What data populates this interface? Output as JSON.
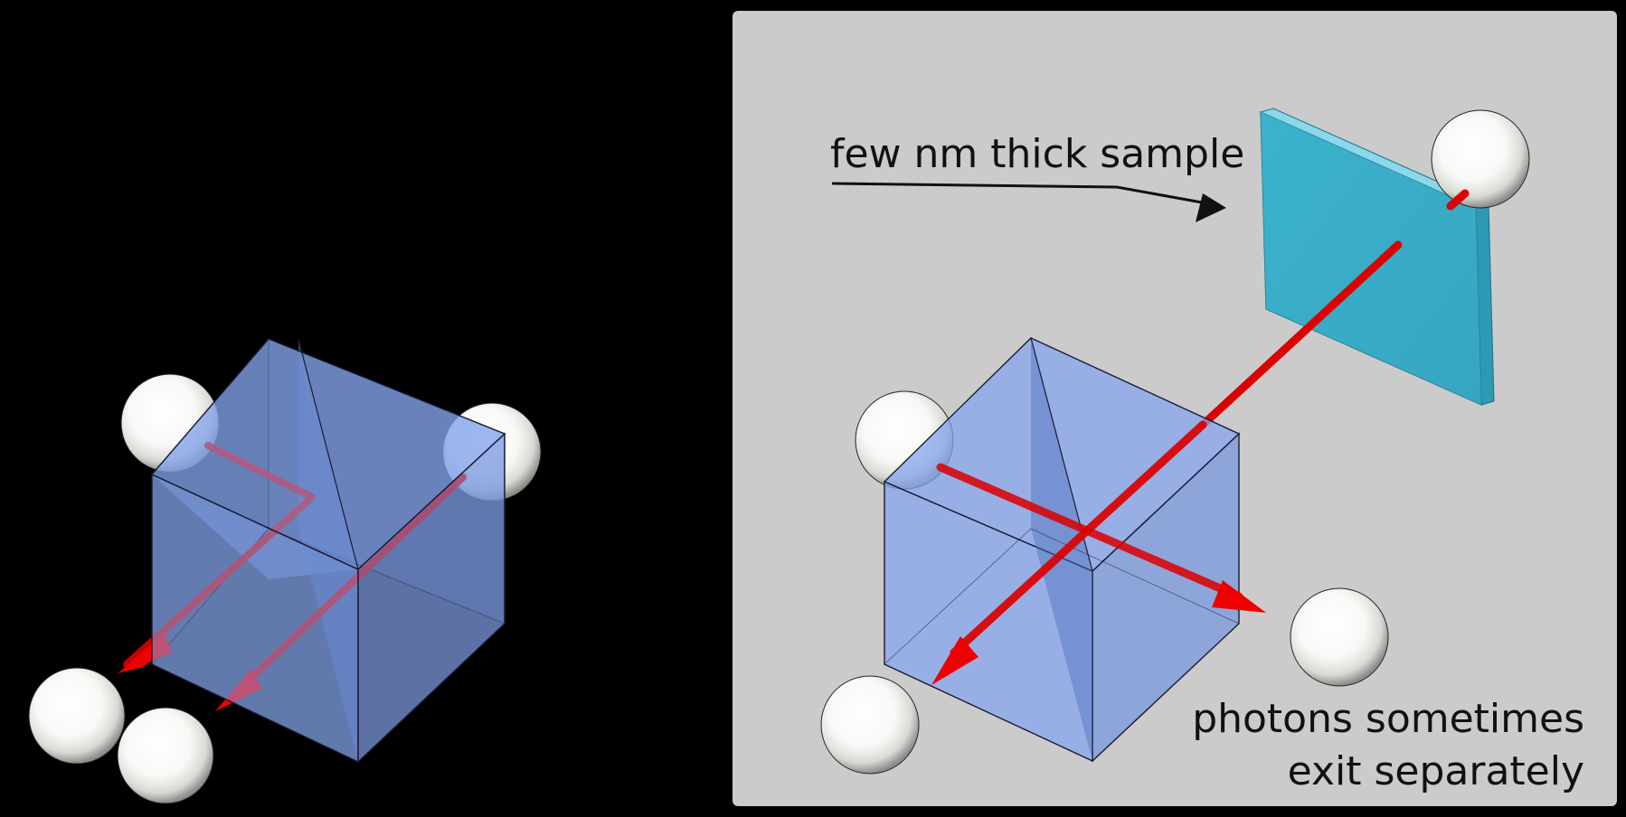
{
  "annotations": {
    "sample_label": "few nm thick sample",
    "result_line1": "photons sometimes",
    "result_line2": "exit separately"
  },
  "colors": {
    "background": "#000000",
    "panel": "#cbcbcb",
    "cube_fill": "#7f9fe6",
    "beam": "#dd0000",
    "sample": "#3fb3cf",
    "photon": "#ffffff"
  },
  "icons": [
    "photon-sphere-icon",
    "beam-arrow-icon",
    "beam-splitter-cube-icon",
    "thin-sample-plate-icon"
  ]
}
